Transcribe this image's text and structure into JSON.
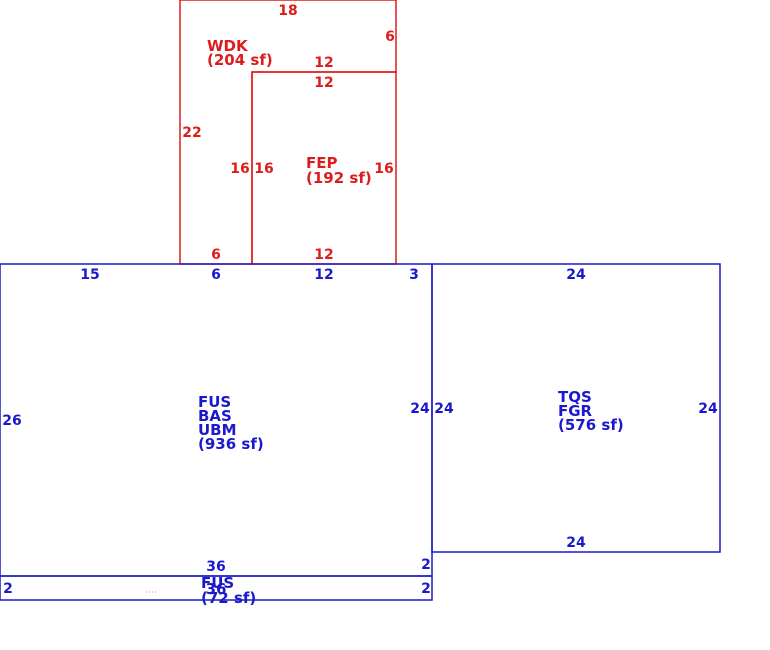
{
  "colors": {
    "red": "#dd1c1c",
    "blue": "#1a1acc"
  },
  "areas": {
    "wdk": {
      "code": "WDK",
      "area": "(204 sf)"
    },
    "fep": {
      "code": "FEP",
      "area": "(192 sf)"
    },
    "main": {
      "codes": [
        "FUS",
        "BAS",
        "UBM"
      ],
      "area": "(936 sf)"
    },
    "garage": {
      "codes": [
        "TQS",
        "FGR"
      ],
      "area": "(576 sf)"
    },
    "strip": {
      "code": "FUS",
      "area": "(72 sf)",
      "overlap": "36"
    }
  },
  "dims": {
    "wdk_top": "18",
    "wdk_right": "6",
    "wdk_step": "12",
    "wdk_left": "22",
    "wdk_inner": "16",
    "wdk_bottom": "6",
    "fep_top": "12",
    "fep_left": "16",
    "fep_right": "16",
    "fep_bottom": "12",
    "main_top_1": "15",
    "main_top_2": "6",
    "main_top_3": "12",
    "main_top_4": "3",
    "main_left": "26",
    "main_right": "24",
    "main_bottom": "36",
    "main_corner": "2",
    "garage_top": "24",
    "garage_left": "24",
    "garage_right": "24",
    "garage_bottom": "24",
    "strip_left": "2",
    "strip_right": "2"
  }
}
